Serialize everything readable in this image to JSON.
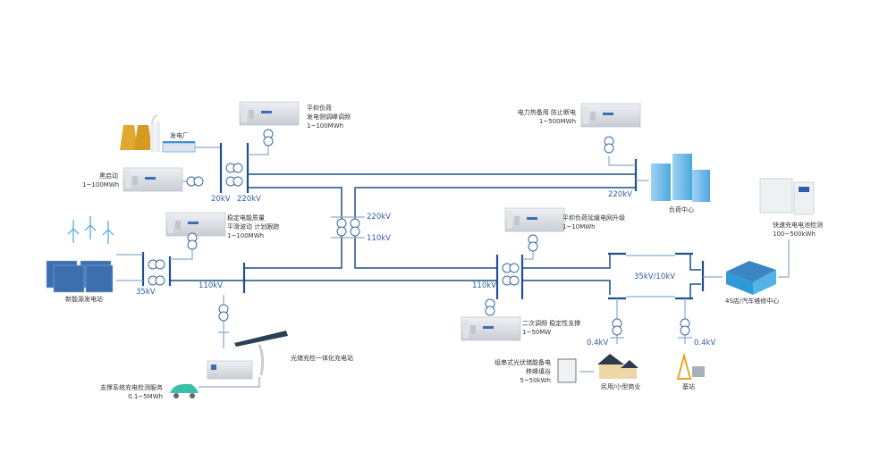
{
  "diagram": {
    "title": "储能系统在电力系统中的应用示意图",
    "nodes": {
      "power_plant": {
        "label": "发电厂"
      },
      "black_start": {
        "label_line1": "黑启动",
        "label_line2": "1~100MWh"
      },
      "peak_shaving": {
        "label_line1": "平抑负荷",
        "label_line2": "发电侧调峰调频",
        "label_line3": "1~100MWh"
      },
      "hot_standby": {
        "label_line1": "电力热备用 防止断电",
        "label_line2": "1~500MWh"
      },
      "load_center": {
        "label": "负荷中心"
      },
      "renewable": {
        "label": "新能源发电站"
      },
      "power_quality": {
        "label_line1": "稳定电能质量",
        "label_line2": "平滑波动 计划跟踪",
        "label_line3": "1~100MWh"
      },
      "grid_upgrade": {
        "label_line1": "平抑负荷延缓电网升级",
        "label_line2": "1~10MWh"
      },
      "fast_charge": {
        "label_line1": "快速充电电池检测",
        "label_line2": "100~500kWh"
      },
      "service_center": {
        "label": "4S店/汽车维修中心"
      },
      "pv_charging": {
        "label": "光储充检一体化充电站"
      },
      "ev_service": {
        "label_line1": "支撑系统充电检测服务",
        "label_line2": "0.1~5MWh"
      },
      "freq_reg": {
        "label_line1": "二次调频 稳定性支撑",
        "label_line2": "1~50MW"
      },
      "string_pv": {
        "label_line1": "组串式光伏储能备电",
        "label_line2": "移峰填谷",
        "label_line3": "5~50kWh"
      },
      "residential": {
        "label": "民用/小型商业"
      },
      "base_station": {
        "label": "基站"
      }
    },
    "voltages": {
      "v20": "20kV",
      "v220_left": "220kV",
      "v220_right": "220kV",
      "v220_mid": "220kV",
      "v110_mid": "110kV",
      "v35": "35kV",
      "v110_left": "110kV",
      "v110_right": "110kV",
      "v35_10": "35kV/10kV",
      "v04_left": "0.4kV",
      "v04_right": "0.4kV"
    },
    "colors": {
      "bus": "#1f4f8c",
      "feeder": "#8aa9c9",
      "label": "#2d5e9a"
    }
  }
}
